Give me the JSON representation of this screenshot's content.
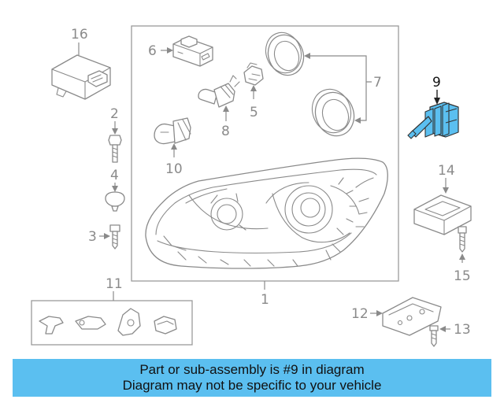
{
  "callouts": {
    "c1": "1",
    "c2": "2",
    "c3": "3",
    "c4": "4",
    "c5": "5",
    "c6": "6",
    "c7": "7",
    "c8": "8",
    "c9": "9",
    "c10": "10",
    "c11": "11",
    "c12": "12",
    "c13": "13",
    "c14": "14",
    "c15": "15",
    "c16": "16"
  },
  "banner": {
    "line1": "Part or sub-assembly is #9 in diagram",
    "line2": "Diagram may not be specific to your vehicle"
  },
  "colors": {
    "highlight_part": "#5bbff0",
    "banner_background": "#5bbff0",
    "line_art": "#8a8a8a"
  }
}
